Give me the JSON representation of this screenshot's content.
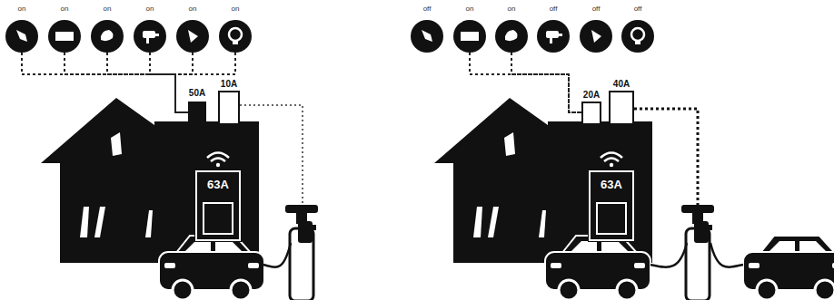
{
  "diagram": {
    "nodes": [
      {
        "text": [
          "on"
        ]
      },
      {
        "text": [
          "on"
        ]
      },
      {
        "text": [
          "on"
        ]
      },
      {
        "text": [
          "on"
        ]
      },
      {
        "text": [
          "on"
        ]
      },
      {
        "text": [
          "on"
        ]
      },
      {
        "text": [
          "50A"
        ]
      },
      {
        "text": [
          "10A"
        ]
      },
      {
        "text": [
          "63A"
        ]
      },
      {
        "text": [
          "off"
        ]
      },
      {
        "text": [
          "on"
        ]
      },
      {
        "text": [
          "on"
        ]
      },
      {
        "text": [
          "off"
        ]
      },
      {
        "text": [
          "off"
        ]
      },
      {
        "text": [
          "off"
        ]
      },
      {
        "text": [
          "20A"
        ]
      },
      {
        "text": [
          "40A"
        ]
      },
      {
        "text": [
          "63A"
        ]
      }
    ],
    "edges": [
      {
        "from": 0,
        "to": 6,
        "arrow": "none"
      },
      {
        "from": 1,
        "to": 6,
        "arrow": "none"
      },
      {
        "from": 2,
        "to": 6,
        "arrow": "none"
      },
      {
        "from": 3,
        "to": 6,
        "arrow": "none"
      },
      {
        "from": 4,
        "to": 6,
        "arrow": "none"
      },
      {
        "from": 5,
        "to": 6,
        "arrow": "none"
      },
      {
        "from": 10,
        "to": 15,
        "arrow": "none"
      },
      {
        "from": 11,
        "to": 15,
        "arrow": "none"
      }
    ]
  }
}
